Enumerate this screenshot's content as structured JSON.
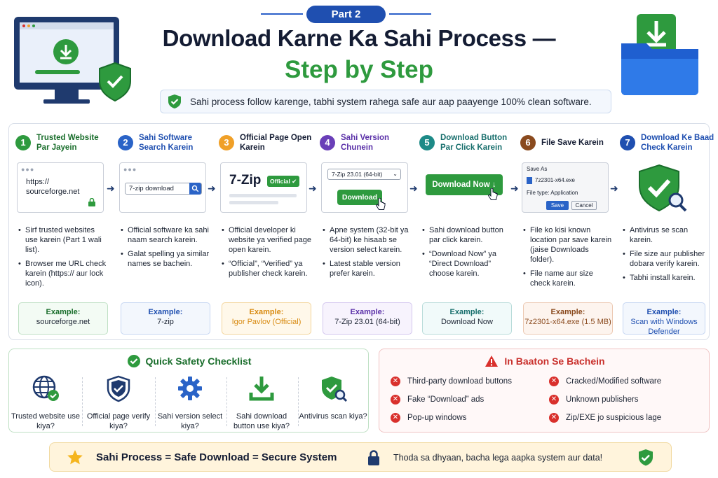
{
  "header": {
    "part": "Part 2",
    "title_line1": "Download Karne Ka Sahi Process —",
    "title_line2": "Step by Step",
    "subtitle": "Sahi process follow karenge, tabhi system rahega safe aur aap paayenge 100% clean software."
  },
  "colors": {
    "green": "#2e9a3e",
    "blue": "#2a63c7",
    "orange": "#f0a028",
    "purple": "#6a3fb8",
    "teal": "#1d8a87",
    "brown": "#8a4a1e",
    "navy": "#1f4fb0",
    "red": "#d9302c"
  },
  "steps": [
    {
      "num": "1",
      "title": "Trusted Website Par Jayein",
      "mock_url": "https:// sourceforge.net",
      "bullets": [
        "Sirf trusted websites use karein (Part 1 wali list).",
        "Browser me URL check karein (https:// aur lock icon)."
      ],
      "example_label": "Example:",
      "example_value": "sourceforge.net"
    },
    {
      "num": "2",
      "title": "Sahi Software Search Karein",
      "mock_search": "7-zip download",
      "bullets": [
        "Official software ka sahi naam search karein.",
        "Galat spelling ya similar names se bachein."
      ],
      "example_label": "Example:",
      "example_value": "7-zip"
    },
    {
      "num": "3",
      "title": "Official Page Open Karein",
      "mock_name": "7-Zip",
      "mock_badge": "Official ✔",
      "bullets": [
        "Official developer ki website ya verified page open karein.",
        "“Official”, “Verified” ya publisher check karein."
      ],
      "example_label": "Example:",
      "example_value": "Igor Pavlov (Official)"
    },
    {
      "num": "4",
      "title": "Sahi Version Chunein",
      "mock_select": "7-Zip 23.01 (64-bit)",
      "mock_button": "Download",
      "bullets": [
        "Apne system (32-bit ya 64-bit) ke hisaab se version select karein.",
        "Latest stable version prefer karein."
      ],
      "example_label": "Example:",
      "example_value": "7-Zip 23.01 (64-bit)"
    },
    {
      "num": "5",
      "title": "Download Button Par Click Karein",
      "mock_button": "Download Now ↓",
      "bullets": [
        "Sahi download button par click karein.",
        "“Download Now” ya “Direct Download” choose karein."
      ],
      "example_label": "Example:",
      "example_value": "Download Now"
    },
    {
      "num": "6",
      "title": "File Save Karein",
      "mock_dialog_title": "Save As",
      "mock_file": "7z2301-x64.exe",
      "mock_type": "File type:  Application",
      "mock_save": "Save",
      "mock_cancel": "Cancel",
      "bullets": [
        "File ko kisi known location par save karein (jaise Downloads folder).",
        "File name aur size check karein."
      ],
      "example_label": "Example:",
      "example_value": "7z2301-x64.exe (1.5 MB)"
    },
    {
      "num": "7",
      "title": "Download Ke Baad Check Karein",
      "bullets": [
        "Antivirus se scan karein.",
        "File size aur publisher dobara verify karein.",
        "Tabhi install karein."
      ],
      "example_label": "Example:",
      "example_value": "Scan with Windows Defender"
    }
  ],
  "checklist": {
    "title": "Quick Safety Checklist",
    "items": [
      {
        "label": "Trusted website use kiya?",
        "icon": "globe-check-icon"
      },
      {
        "label": "Official page verify kiya?",
        "icon": "shield-check-icon"
      },
      {
        "label": "Sahi version select kiya?",
        "icon": "gear-icon"
      },
      {
        "label": "Sahi download button use kiya?",
        "icon": "download-icon"
      },
      {
        "label": "Antivirus scan kiya?",
        "icon": "shield-scan-icon"
      }
    ]
  },
  "avoid": {
    "title": "In Baaton Se Bachein",
    "items": [
      "Third-party download buttons",
      "Cracked/Modified software",
      "Fake “Download” ads",
      "Unknown publishers",
      "Pop-up windows",
      "Zip/EXE jo suspicious lage"
    ]
  },
  "footer": {
    "main": "Sahi Process = Safe Download = Secure System",
    "side": "Thoda sa dhyaan, bacha lega aapka system aur data!"
  }
}
